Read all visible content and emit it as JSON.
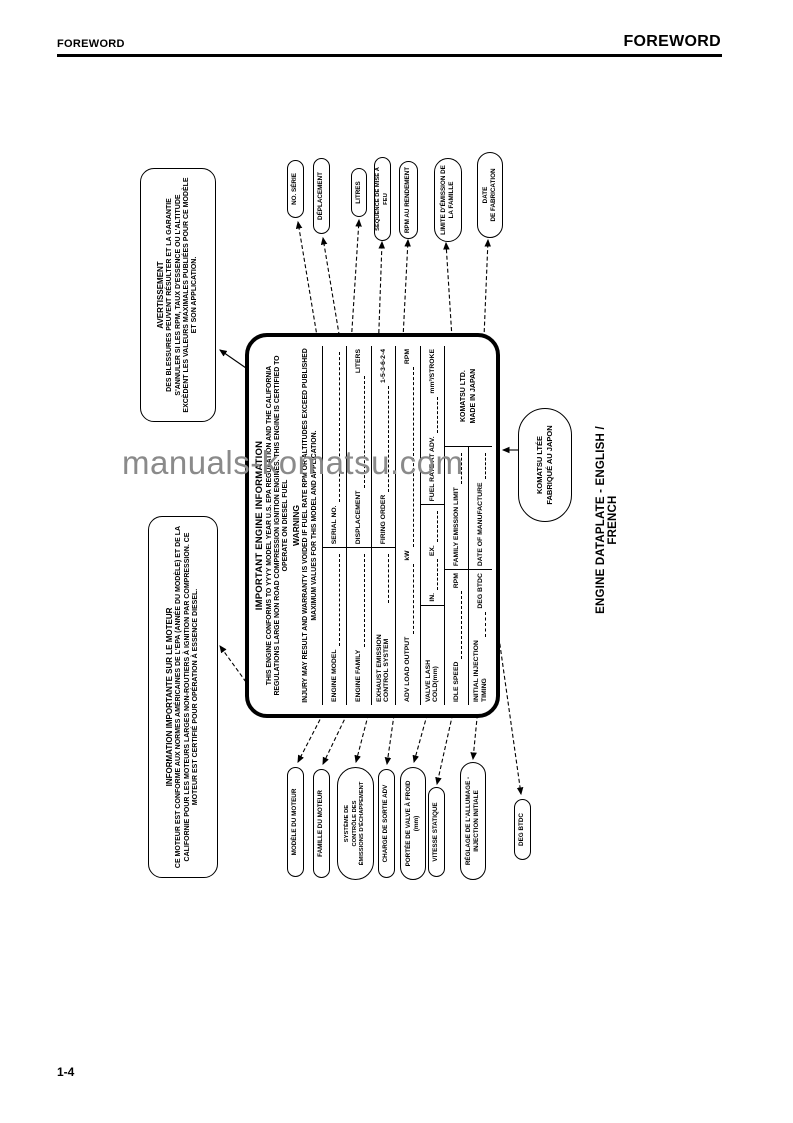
{
  "page": {
    "header_left": "FOREWORD",
    "header_right": "FOREWORD",
    "page_number": "1-4",
    "watermark": "manuals-komatsu.com",
    "caption": "ENGINE DATAPLATE - ENGLISH / FRENCH"
  },
  "info_box_fr": {
    "title": "INFORMATION IMPORTANTE SUR LE MOTEUR",
    "body": "CE MOTEUR EST CONFORME AUX NORMES AMÉRICAINES DE L'EPA (ANNÉE DU MODÈLE) ET DE LA CALIFORNIE POUR LES MOTEURS LARGES NON-ROUTIERS À IGNITION PAR COMPRESSION. CE MOTEUR EST CERTIFIÉ POUR OPÉRATION À ESSENCE DIESEL."
  },
  "warning_box_fr": {
    "title": "AVERTISSEMENT",
    "body": "DES BLESSURES PEUVENT RÉSULTER ET LA GARANTIE S'ANNULER SI LES RPM, TAUX D'ESSENCE OU L'ALTITUDE EXCÈDENT LES VALEURS MAXIMALES PUBLIÉES POUR CE MODÈLE ET SON APPLICATION."
  },
  "plate": {
    "title": "IMPORTANT ENGINE INFORMATION",
    "para1": "THIS ENGINE CONFORMS TO YYYY MODEL YEAR U.S. EPA REGULATION AND THE CALIFORNIA REGULATIONS LARGE NON ROAD COMPRESSION IGNITION ENGINES. THIS ENGINE IS CERTIFIED TO OPERATE ON DIESEL FUEL",
    "warning_title": "WARNING",
    "para2": "INJURY MAY RESULT AND WARRANTY IS VOIDED IF FUEL RATE RPM OR ALTITUDES EXCEED PUBLISHED MAXIMUM VALUES FOR THIS MODEL AND APPLICATION.",
    "fields": {
      "engine_model": "ENGINE MODEL",
      "serial_no": "SERIAL NO.",
      "engine_family": "ENGINE FAMILY",
      "displacement": "DISPLACEMENT",
      "liters": "LITERS",
      "exhaust_system": "EXHAUST EMISSION CONTROL SYSTEM",
      "firing_order": "FIRING ORDER",
      "firing_order_value": "1-5-3-6-2-4",
      "adv_load_output": "ADV LOAD OUTPUT",
      "kw": "kW",
      "rpm": "RPM",
      "valve_lash": "VALVE LASH COLD(mm)",
      "in": "IN.",
      "ex": "EX.",
      "fuel_rate": "FUEL RATE AT ADV.",
      "stroke_unit": "mm³/STROKE",
      "idle_speed": "IDLE SPEED",
      "family_emission_limit": "FAMILY EMISSION LIMIT",
      "initial_injection_timing": "INITIAL INJECTION TIMING",
      "deg_btdc": "DEG BTDC",
      "date_of_manufacture": "DATE OF MANUFACTURE"
    },
    "manufacturer": "KOMATSU LTD.",
    "made_in": "MADE IN JAPAN"
  },
  "callouts_right": [
    {
      "label": "NO. SÉRIE"
    },
    {
      "label": "DÉPLACEMENT"
    },
    {
      "label": "LITRES"
    },
    {
      "label": "SÉQUENCE DE MISE À FEU"
    },
    {
      "label": "RPM AU RENDEMENT"
    },
    {
      "lines": [
        "LIMITE D'ÉMISSION DE",
        "LA FAMILLE"
      ]
    },
    {
      "lines": [
        "DATE",
        "DE FABRICATION"
      ]
    }
  ],
  "callouts_left": [
    {
      "label": "MODÈLE DU MOTEUR"
    },
    {
      "label": "FAMILLE DU MOTEUR"
    },
    {
      "lines": [
        "SYSTÈME DE",
        "CONTRÔLE DES",
        "ÉMISSIONS D'ÉCHAPPEMENT"
      ]
    },
    {
      "label": "CHARGE DE SORTIE ADV"
    },
    {
      "lines": [
        "PORTÉE DE VALVE À FROID",
        "(mm)"
      ]
    },
    {
      "label": "VITESSE STATIQUE"
    },
    {
      "lines": [
        "RÉGLAGE DE L'ALLUMAGE -",
        "INJECTION INITIALE"
      ]
    },
    {
      "label": "DEG BTDC"
    }
  ],
  "komatsu_bubble": {
    "lines": [
      "KOMATSU LTÉE",
      "FABRIQUÉ AU JAPON"
    ]
  }
}
